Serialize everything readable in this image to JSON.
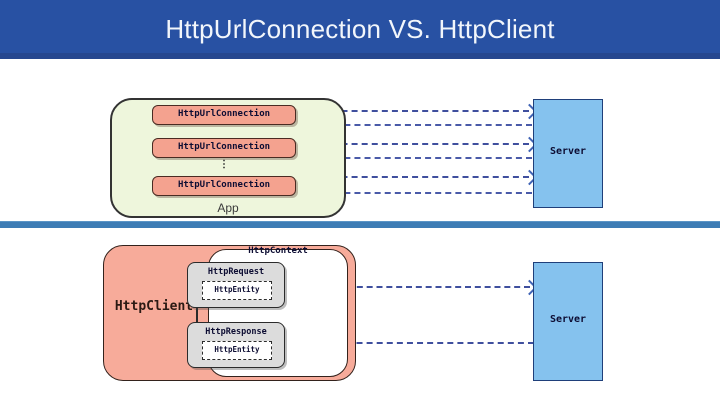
{
  "slide": {
    "title": "Http.Url.Connection VS. Http.Client",
    "title_text": "HttpUrlConnection VS. HttpClient",
    "header_bg": "#2851a3",
    "divider_color": "#3d7cb5",
    "background": "#ffffff"
  },
  "top_diagram": {
    "container_label": "App",
    "container_bg": "#eef6dc",
    "connection_boxes": [
      {
        "label": "HttpUrlConnection"
      },
      {
        "label": "HttpUrlConnection"
      },
      {
        "label": "HttpUrlConnection"
      }
    ],
    "ellipsis": "⋮",
    "server_label": "Server",
    "server_bg": "#85c2ee",
    "connection_box_bg": "#f4a28f",
    "arrow_color": "#3f63b5",
    "arrows": [
      {
        "direction": "right",
        "from": "HttpUrlConnection",
        "to": "Server"
      },
      {
        "direction": "left",
        "from": "Server",
        "to": "HttpUrlConnection"
      },
      {
        "direction": "right",
        "from": "HttpUrlConnection",
        "to": "Server"
      },
      {
        "direction": "left",
        "from": "Server",
        "to": "HttpUrlConnection"
      },
      {
        "direction": "right",
        "from": "HttpUrlConnection",
        "to": "Server"
      },
      {
        "direction": "left",
        "from": "Server",
        "to": "HttpUrlConnection"
      }
    ]
  },
  "bottom_diagram": {
    "client_label": "HttpClient",
    "client_bg": "#f7ab9a",
    "context_label": "HttpContext",
    "context_bg": "#ffffff",
    "request": {
      "label": "HttpRequest",
      "entity_label": "HttpEntity"
    },
    "response": {
      "label": "HttpResponse",
      "entity_label": "HttpEntity"
    },
    "server_label": "Server",
    "server_bg": "#85c2ee",
    "arrow_color": "#3f63b5",
    "arrows": [
      {
        "direction": "right",
        "from": "HttpRequest",
        "to": "Server"
      },
      {
        "direction": "left",
        "from": "Server",
        "to": "HttpResponse"
      }
    ]
  }
}
